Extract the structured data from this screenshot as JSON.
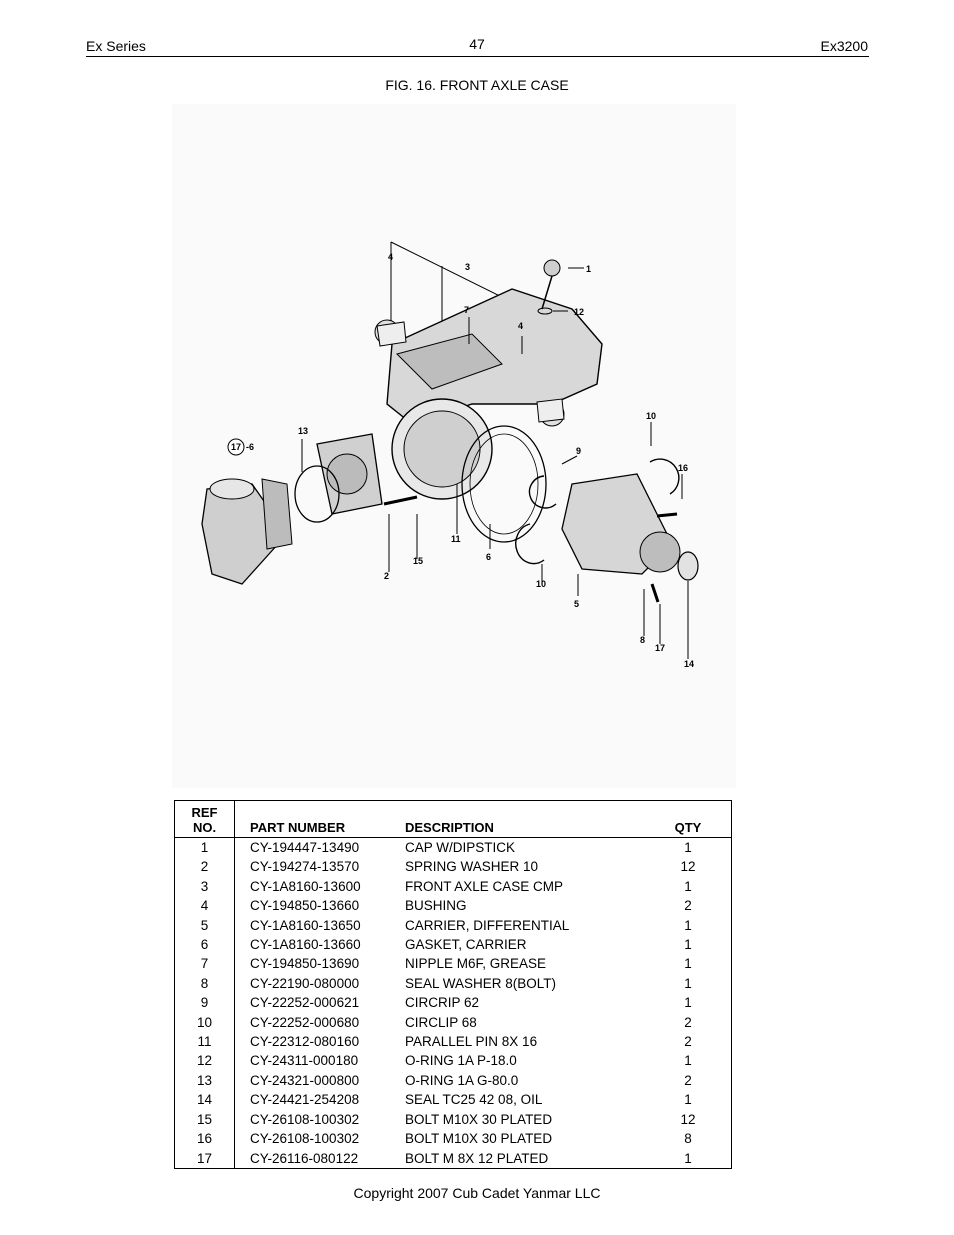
{
  "header": {
    "left": "Ex Series",
    "page_number": "47",
    "right": "Ex3200"
  },
  "figure": {
    "title": "FIG. 16. FRONT AXLE CASE",
    "callouts": [
      "1",
      "2",
      "3",
      "4",
      "4",
      "5",
      "6",
      "7",
      "8",
      "9",
      "10",
      "10",
      "11",
      "12",
      "13",
      "14",
      "15",
      "16",
      "17",
      "17"
    ],
    "callout_circled_17": "17",
    "callout_6_suffix": "-6"
  },
  "table": {
    "headers": {
      "ref_line1": "REF",
      "ref_line2": "NO.",
      "part_number": "PART NUMBER",
      "description": "DESCRIPTION",
      "qty": "QTY"
    },
    "rows": [
      {
        "ref": "1",
        "part": "CY-194447-13490",
        "desc": "CAP W/DIPSTICK",
        "qty": "1"
      },
      {
        "ref": "2",
        "part": "CY-194274-13570",
        "desc": "SPRING WASHER 10",
        "qty": "12"
      },
      {
        "ref": "3",
        "part": "CY-1A8160-13600",
        "desc": "FRONT AXLE CASE CMP",
        "qty": "1"
      },
      {
        "ref": "4",
        "part": "CY-194850-13660",
        "desc": "BUSHING",
        "qty": "2"
      },
      {
        "ref": "5",
        "part": "CY-1A8160-13650",
        "desc": "CARRIER, DIFFERENTIAL",
        "qty": "1"
      },
      {
        "ref": "6",
        "part": "CY-1A8160-13660",
        "desc": "GASKET, CARRIER",
        "qty": "1"
      },
      {
        "ref": "7",
        "part": "CY-194850-13690",
        "desc": "NIPPLE M6F, GREASE",
        "qty": "1"
      },
      {
        "ref": "8",
        "part": "CY-22190-080000",
        "desc": "SEAL WASHER  8(BOLT)",
        "qty": "1"
      },
      {
        "ref": "9",
        "part": "CY-22252-000621",
        "desc": "CIRCRIP 62",
        "qty": "1"
      },
      {
        "ref": "10",
        "part": "CY-22252-000680",
        "desc": "CIRCLIP   68",
        "qty": "2"
      },
      {
        "ref": "11",
        "part": "CY-22312-080160",
        "desc": "PARALLEL PIN 8X 16",
        "qty": "2"
      },
      {
        "ref": "12",
        "part": "CY-24311-000180",
        "desc": "O-RING 1A P-18.0",
        "qty": "1"
      },
      {
        "ref": "13",
        "part": "CY-24321-000800",
        "desc": "O-RING 1A G-80.0",
        "qty": "2"
      },
      {
        "ref": "14",
        "part": "CY-24421-254208",
        "desc": "SEAL TC25 42 08, OIL",
        "qty": "1"
      },
      {
        "ref": "15",
        "part": "CY-26108-100302",
        "desc": "BOLT M10X 30 PLATED",
        "qty": "12"
      },
      {
        "ref": "16",
        "part": "CY-26108-100302",
        "desc": "BOLT M10X 30 PLATED",
        "qty": "8"
      },
      {
        "ref": "17",
        "part": "CY-26116-080122",
        "desc": "BOLT M 8X 12 PLATED",
        "qty": "1"
      }
    ]
  },
  "footer": {
    "copyright": "Copyright 2007 Cub Cadet Yanmar LLC"
  }
}
